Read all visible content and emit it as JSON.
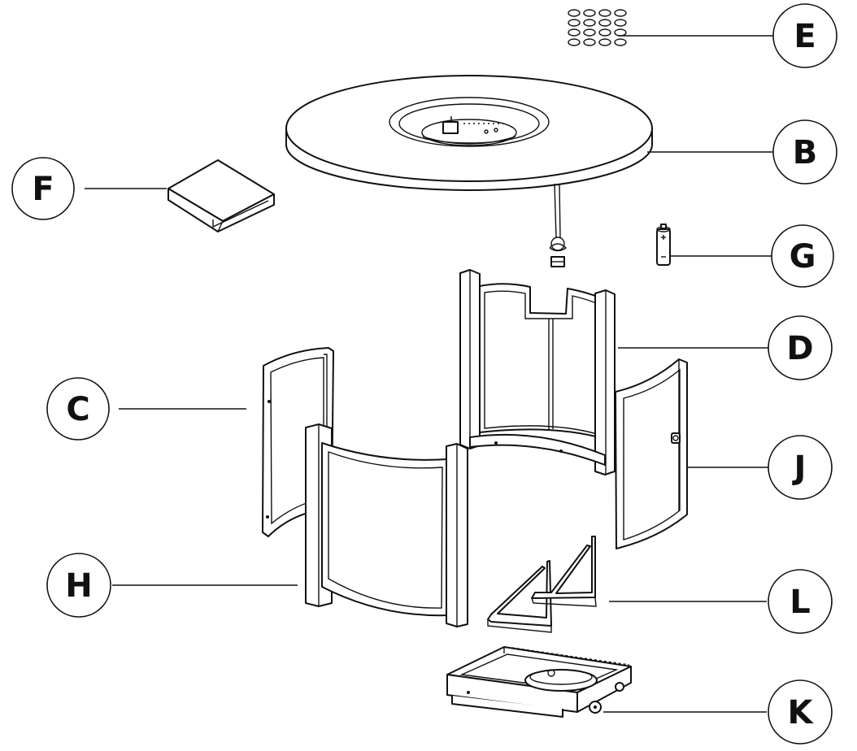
{
  "callouts": [
    {
      "id": "E",
      "label": "E"
    },
    {
      "id": "B",
      "label": "B"
    },
    {
      "id": "F",
      "label": "F"
    },
    {
      "id": "G",
      "label": "G"
    },
    {
      "id": "D",
      "label": "D"
    },
    {
      "id": "C",
      "label": "C"
    },
    {
      "id": "J",
      "label": "J"
    },
    {
      "id": "H",
      "label": "H"
    },
    {
      "id": "L",
      "label": "L"
    },
    {
      "id": "K",
      "label": "K"
    }
  ],
  "colors": {
    "line": "#111111",
    "background": "#ffffff"
  }
}
